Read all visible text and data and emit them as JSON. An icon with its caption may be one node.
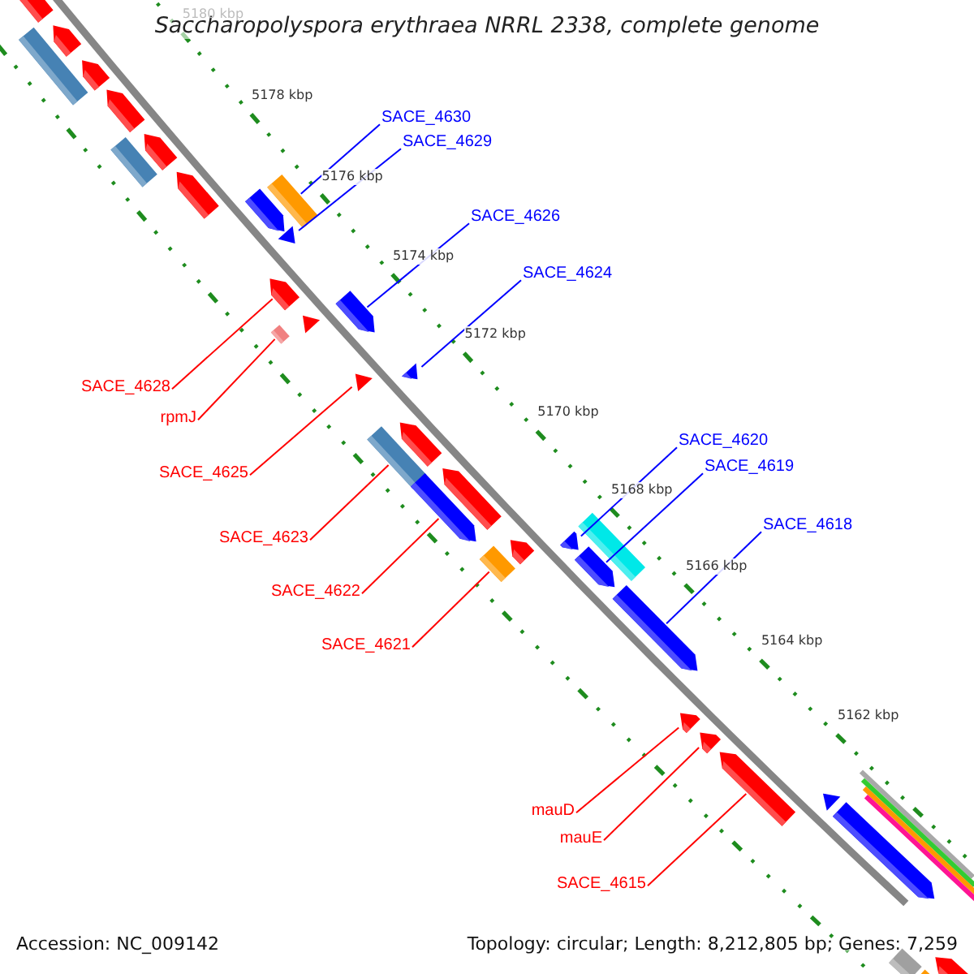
{
  "diagram": {
    "title": "Saccharopolyspora erythraea NRRL 2338, complete genome",
    "nodes": [
      {
        "text": [
          "SACE_4630"
        ]
      },
      {
        "text": [
          "SACE_4629"
        ]
      },
      {
        "text": [
          "SACE_4626"
        ]
      },
      {
        "text": [
          "SACE_4624"
        ]
      },
      {
        "text": [
          "SACE_4628"
        ]
      },
      {
        "text": [
          "rpmJ"
        ]
      },
      {
        "text": [
          "SACE_4620"
        ]
      },
      {
        "text": [
          "SACE_4619"
        ]
      },
      {
        "text": [
          "SACE_4625"
        ]
      },
      {
        "text": [
          "SACE_4618"
        ]
      },
      {
        "text": [
          "SACE_4623"
        ]
      },
      {
        "text": [
          "SACE_4622"
        ]
      },
      {
        "text": [
          "SACE_4621"
        ]
      },
      {
        "text": [
          "mauD"
        ]
      },
      {
        "text": [
          "mauE"
        ]
      },
      {
        "text": [
          "SACE_4615"
        ]
      },
      {
        "text": [],
        "shape": "arrow"
      },
      {
        "text": [],
        "shape": "arrow"
      },
      {
        "text": [],
        "shape": "box"
      },
      {
        "text": [],
        "shape": "arrow"
      },
      {
        "text": [],
        "shape": "arrow"
      },
      {
        "text": [],
        "shape": "arrow"
      },
      {
        "text": [],
        "shape": "box"
      },
      {
        "text": [],
        "shape": "arrow"
      },
      {
        "text": [],
        "shape": "box"
      },
      {
        "text": [],
        "shape": "arrow"
      },
      {
        "text": [],
        "shape": "arrow"
      },
      {
        "text": [],
        "shape": "arrow"
      },
      {
        "text": [],
        "shape": "arrow"
      },
      {
        "text": [],
        "shape": "arrow"
      },
      {
        "text": [],
        "shape": "box"
      },
      {
        "text": [],
        "shape": "arrow"
      },
      {
        "text": [],
        "shape": "arrow"
      },
      {
        "text": [],
        "shape": "arrow"
      },
      {
        "text": [],
        "shape": "box"
      },
      {
        "text": [],
        "shape": "arrow"
      },
      {
        "text": [],
        "shape": "arrow"
      },
      {
        "text": [],
        "shape": "arrow"
      },
      {
        "text": [],
        "shape": "box"
      },
      {
        "text": [],
        "shape": "arrow"
      },
      {
        "text": [],
        "shape": "box"
      },
      {
        "text": [],
        "shape": "arrow"
      },
      {
        "text": [],
        "shape": "arrow"
      },
      {
        "text": [],
        "shape": "arrow"
      },
      {
        "text": [],
        "shape": "arrow"
      },
      {
        "text": [],
        "shape": "arrow"
      },
      {
        "text": [],
        "shape": "arrow"
      },
      {
        "text": [],
        "shape": "bar"
      },
      {
        "text": [],
        "shape": "bar"
      },
      {
        "text": [],
        "shape": "bar"
      },
      {
        "text": [],
        "shape": "bar"
      },
      {
        "text": [],
        "shape": "arrow"
      },
      {
        "text": [],
        "shape": "box"
      },
      {
        "text": [],
        "shape": "box"
      },
      {
        "text": [],
        "shape": "arrow"
      }
    ],
    "edges": [
      {
        "from": 0,
        "to": 24,
        "arrow": "none",
        "color": "#0000ff"
      },
      {
        "from": 1,
        "to": 26,
        "arrow": "none",
        "color": "#0000ff"
      },
      {
        "from": 2,
        "to": 28,
        "arrow": "none",
        "color": "#0000ff"
      },
      {
        "from": 3,
        "to": 31,
        "arrow": "none",
        "color": "#0000ff"
      },
      {
        "from": 4,
        "to": 27,
        "arrow": "none"
      },
      {
        "from": 5,
        "to": 30,
        "arrow": "none"
      },
      {
        "from": 6,
        "to": 37,
        "arrow": "none",
        "color": "#0000ff"
      },
      {
        "from": 7,
        "to": 41,
        "arrow": "none",
        "color": "#0000ff"
      },
      {
        "from": 8,
        "to": 32,
        "arrow": "none"
      },
      {
        "from": 9,
        "to": 42,
        "arrow": "none",
        "color": "#0000ff"
      },
      {
        "from": 10,
        "to": 34,
        "arrow": "none"
      },
      {
        "from": 11,
        "to": 36,
        "arrow": "none"
      },
      {
        "from": 12,
        "to": 40,
        "arrow": "none"
      },
      {
        "from": 13,
        "to": 43,
        "arrow": "none"
      },
      {
        "from": 14,
        "to": 44,
        "arrow": "none"
      },
      {
        "from": 15,
        "to": 45,
        "arrow": "none"
      }
    ],
    "labels": [
      "5180 kbp",
      "5178 kbp",
      "5176 kbp",
      "5174 kbp",
      "5172 kbp",
      "5170 kbp",
      "5168 kbp",
      "5166 kbp",
      "5164 kbp",
      "5162 kbp",
      "Accession: NC_009142",
      "Topology: circular; Length: 8,212,805 bp; Genes: 7,259"
    ]
  }
}
